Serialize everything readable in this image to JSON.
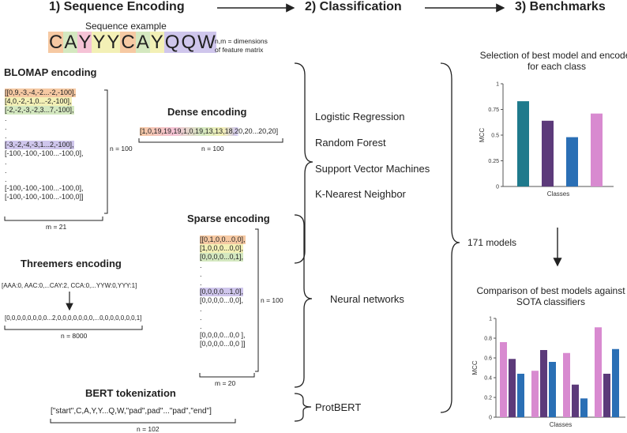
{
  "colors": {
    "orange": "#f6c9a3",
    "pink": "#f5c3d6",
    "green": "#d4e8c0",
    "yellow": "#f3f0b6",
    "purple": "#cfc6ec",
    "teal": "#1f7a8c",
    "dark_purple": "#5c3a7a",
    "blue": "#2a6fb5",
    "light_pink": "#d88ad0"
  },
  "headers": {
    "step1": "1) Sequence Encoding",
    "step2": "2) Classification",
    "step3": "3) Benchmarks"
  },
  "sequence": {
    "label": "Sequence example",
    "letters": [
      "C",
      "A",
      "Y",
      "Y",
      "Y",
      "C",
      "A",
      "Y",
      "Q",
      "Q",
      "W"
    ],
    "dims_note_line1": "n,m = dimensions",
    "dims_note_line2": "of feature matrix"
  },
  "blomap": {
    "title": "BLOMAP encoding",
    "rows": [
      "[[0,9,-3,-4,-2...-2,-100],",
      "[4,0,-2,-1,0...-2,-100],",
      "[-2,-2,-3,-2,3...7,-100],",
      ".",
      ".",
      ".",
      "[-3,-2,-4,-3,1...2,-100],",
      "[-100,-100,-100...-100,0],",
      ".",
      ".",
      ".",
      "[-100,-100,-100...-100,0],",
      "[-100,-100,-100...-100,0]]"
    ],
    "n_label": "n = 100",
    "m_label": "m = 21"
  },
  "dense": {
    "title": "Dense encoding",
    "vector": "[1,0,19,19,19,1,0,19,13,13,18,20,20...20,20]",
    "n_label": "n = 100"
  },
  "threemers": {
    "title": "Threemers encoding",
    "line1": "[AAA:0, AAC:0,...CAY:2, CCA:0,...YYW:0,YYY:1]",
    "line2": "[0,0,0,0,0,0,0,0...2,0,0,0,0,0,0,0,...0,0,0,0,0,0,0,1]",
    "n_label": "n = 8000"
  },
  "sparse": {
    "title": "Sparse encoding",
    "rows": [
      "[[0,1,0,0...0,0],",
      "[1,0,0,0...0,0],",
      "[0,0,0,0...0,1],",
      ".",
      ".",
      ".",
      "[0,0,0,0...1,0],",
      "[0,0,0,0...0,0],",
      ".",
      ".",
      ".",
      "[0,0,0,0...0,0 ],",
      "[0,0,0,0...0,0 ]]"
    ],
    "n_label": "n = 100",
    "m_label": "m = 20"
  },
  "bert": {
    "title": "BERT tokenization",
    "tokens": "[\"start\",C,A,Y,Y...Q,W,\"pad\",pad\"...\"pad\",\"end\"]",
    "n_label": "n = 102"
  },
  "classifiers": {
    "items": [
      "Logistic Regression",
      "Random Forest",
      "Support Vector Machines",
      "K-Nearest Neighbor"
    ],
    "nn": "Neural networks",
    "protbert": "ProtBERT",
    "models_count": "171 models"
  },
  "chart_data": [
    {
      "type": "bar",
      "title": "Selection of best model and encoder for each class",
      "xlabel": "Classes",
      "ylabel": "MCC",
      "ylim": [
        0,
        1
      ],
      "yticks": [
        "0",
        "0.25",
        "0.5",
        "0.75",
        "1"
      ],
      "values": [
        0.83,
        0.64,
        0.48,
        0.71
      ],
      "colors": [
        "#1f7a8c",
        "#5c3a7a",
        "#2a6fb5",
        "#d88ad0"
      ]
    },
    {
      "type": "bar",
      "title": "Comparison of best models against SOTA classifiers",
      "xlabel": "Classes",
      "ylabel": "MCC",
      "ylim": [
        0,
        1
      ],
      "yticks": [
        "0",
        "0.2",
        "0.4",
        "0.6",
        "0.8",
        "1"
      ],
      "groups": [
        {
          "values": [
            0.76,
            0.59,
            0.44
          ]
        },
        {
          "values": [
            0.47,
            0.68,
            0.56
          ]
        },
        {
          "values": [
            0.65,
            0.33,
            0.19
          ]
        },
        {
          "values": [
            0.91,
            0.44,
            0.69
          ]
        }
      ],
      "series_colors": [
        "#d88ad0",
        "#5c3a7a",
        "#2a6fb5"
      ]
    }
  ]
}
